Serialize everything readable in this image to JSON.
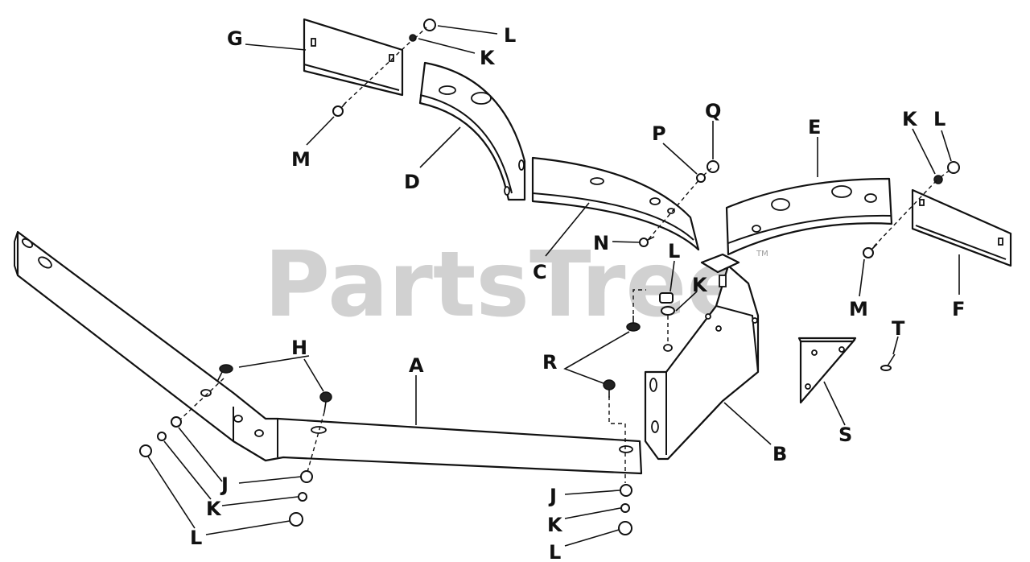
{
  "watermark": {
    "text": "PartsTree",
    "trademark": "TM"
  },
  "callouts": {
    "A": "A",
    "B": "B",
    "C": "C",
    "D": "D",
    "E": "E",
    "F": "F",
    "G": "G",
    "H": "H",
    "J": "J",
    "K": "K",
    "L": "L",
    "M": "M",
    "N": "N",
    "P": "P",
    "Q": "Q",
    "R": "R",
    "S": "S",
    "T": "T"
  }
}
